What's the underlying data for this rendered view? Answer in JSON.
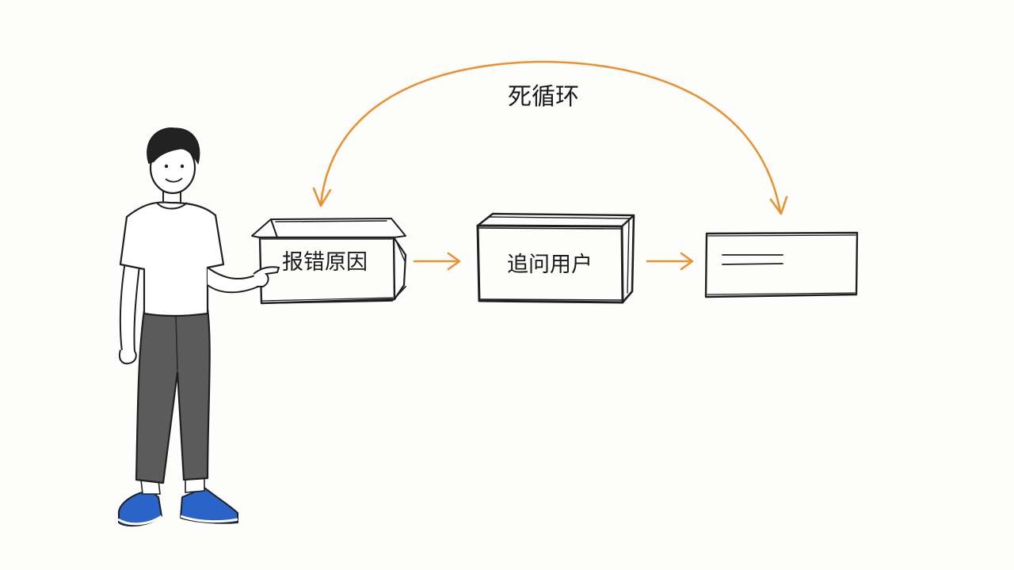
{
  "colors": {
    "arrow": "#ec9130",
    "ink": "#1f1f1f",
    "shirt": "#ffffff",
    "pants": "#5b5b5b",
    "shoe": "#2b64c8",
    "background": "#fdfdfc"
  },
  "loop": {
    "label": "死循环"
  },
  "steps": [
    {
      "label": "报错原因",
      "icon": "open-box-icon"
    },
    {
      "label": "追问用户",
      "icon": "closed-box-icon"
    },
    {
      "label": "",
      "icon": "paper-note-icon"
    }
  ],
  "person": {
    "icon": "person-pointing-icon"
  }
}
